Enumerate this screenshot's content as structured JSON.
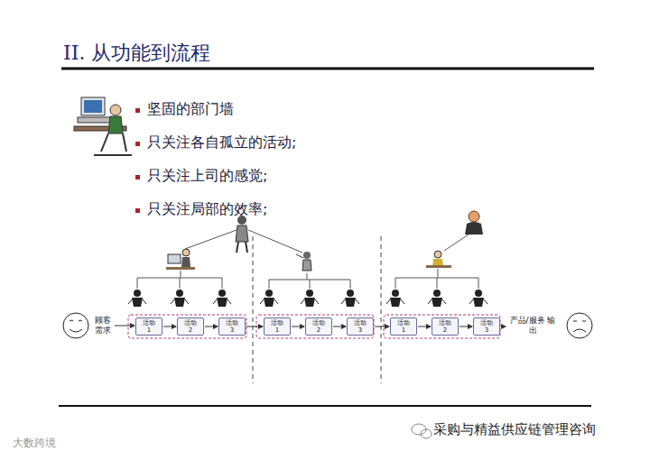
{
  "diagram": {
    "title": "II. 从功能到流程",
    "nodes": [
      {
        "text": [
          "顾客 需求"
        ]
      },
      {
        "text": [
          "活动 1"
        ]
      },
      {
        "text": [
          "活动 2"
        ]
      },
      {
        "text": [
          "活动 3"
        ]
      },
      {
        "text": [
          "活动 1"
        ]
      },
      {
        "text": [
          "活动 2"
        ]
      },
      {
        "text": [
          "活动 3"
        ]
      },
      {
        "text": [
          "活动 1"
        ]
      },
      {
        "text": [
          "活动 2"
        ]
      },
      {
        "text": [
          "活动 3"
        ]
      },
      {
        "text": [
          "产品/服务 输出"
        ]
      }
    ],
    "edges": [
      {
        "from": 0,
        "to": 1,
        "arrow": "to"
      },
      {
        "from": 1,
        "to": 2,
        "arrow": "to"
      },
      {
        "from": 2,
        "to": 3,
        "arrow": "to"
      },
      {
        "from": 3,
        "to": 4,
        "arrow": "to"
      },
      {
        "from": 4,
        "to": 5,
        "arrow": "to"
      },
      {
        "from": 5,
        "to": 6,
        "arrow": "to"
      },
      {
        "from": 6,
        "to": 7,
        "arrow": "to"
      },
      {
        "from": 7,
        "to": 8,
        "arrow": "to"
      },
      {
        "from": 8,
        "to": 9,
        "arrow": "to"
      },
      {
        "from": 9,
        "to": 10,
        "arrow": "to"
      }
    ],
    "labels": [
      "坚固的部门墙",
      "只关注各自孤立的活动;",
      "只关注上司的感觉;",
      "只关注局部的效率;",
      "采购与精益供应链管理咨询",
      "大数跨境"
    ]
  }
}
